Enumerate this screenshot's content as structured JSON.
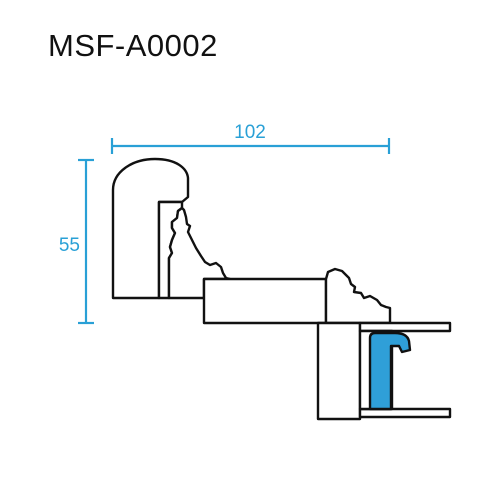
{
  "title": "MSF-A0002",
  "dimensions": {
    "width_label": "102",
    "height_label": "55",
    "color": "#29a0d6"
  },
  "profile": {
    "stroke_color": "#111111",
    "insert_color": "#2f9fd8"
  }
}
